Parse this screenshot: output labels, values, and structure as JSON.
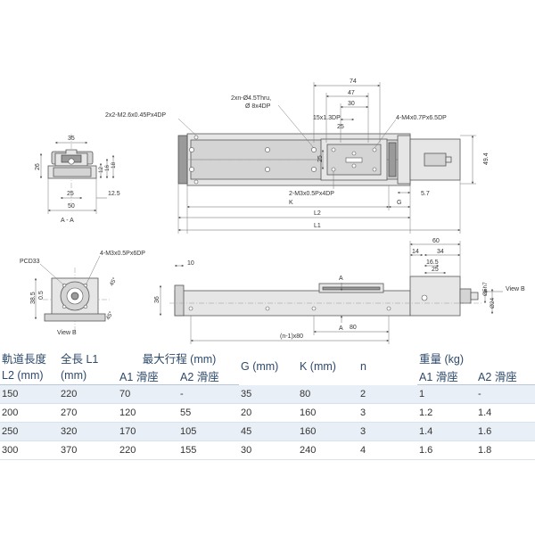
{
  "drawing": {
    "section_label": "A - A",
    "view_b_label": "View B",
    "view_b_arrow_label": "View B",
    "section_marker": "A",
    "callouts": {
      "tap_top_left": "2x2-M2.6x0.45Px4DP",
      "thru_holes_1": "2xn-Ø4.5Thru,",
      "thru_holes_2": "Ø 8x4DP",
      "slot_15x13": "15x1.3DP",
      "tap_carriage": "4-M4x0.7Px6.5DP",
      "tap_bottom": "2-M3x0.5Px4DP",
      "tap_motor": "4-M3x0.5Px6DP",
      "pcd": "PCD33"
    },
    "dims": {
      "d35": "35",
      "d26": "26",
      "d12": "12",
      "d16": "16",
      "d18": "18",
      "d25_sec": "25",
      "d50": "50",
      "d125": "12.5",
      "d74": "74",
      "d47": "47",
      "d30": "30",
      "d25_top": "25",
      "d25_car": "25",
      "d494": "49.4",
      "d57": "5.7",
      "dK": "K",
      "dG": "G",
      "dL2": "L2",
      "dL1": "L1",
      "d385": "38.5",
      "d05": "0.5",
      "d45a": "45°",
      "d45b": "45°",
      "d10": "10",
      "d36": "36",
      "d60": "60",
      "d14": "14",
      "d34": "34",
      "d165": "16.5",
      "d25_side": "25",
      "d5h7": "Ø5h7",
      "d24": "Ø24",
      "d80": "80",
      "dn80": "(n-1)x80"
    }
  },
  "table": {
    "headers_top": [
      "軌道長度",
      "全長 L1",
      "最大行程 (mm)",
      "G (mm)",
      "K (mm)",
      "n",
      "重量 (kg)"
    ],
    "headers_sub": [
      "L2 (mm)",
      "(mm)",
      "A1 滑座",
      "A2 滑座",
      "A1 滑座",
      "A2 滑座"
    ],
    "rows": [
      [
        "150",
        "220",
        "70",
        "-",
        "35",
        "80",
        "2",
        "1",
        "-"
      ],
      [
        "200",
        "270",
        "120",
        "55",
        "20",
        "160",
        "3",
        "1.2",
        "1.4"
      ],
      [
        "250",
        "320",
        "170",
        "105",
        "45",
        "160",
        "3",
        "1.4",
        "1.6"
      ],
      [
        "300",
        "370",
        "220",
        "155",
        "30",
        "240",
        "4",
        "1.6",
        "1.8"
      ]
    ]
  }
}
